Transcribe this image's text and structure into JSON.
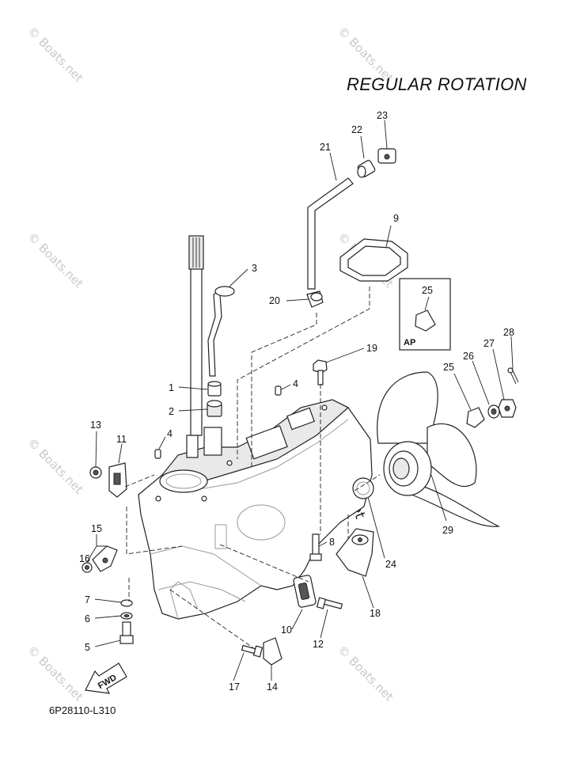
{
  "title": "REGULAR ROTATION",
  "drawing_code": "6P28110-L310",
  "watermark": "© Boats.net",
  "inset_label": "AP",
  "fwd_label": "FWD",
  "callouts": [
    "1",
    "2",
    "3",
    "4",
    "4",
    "5",
    "6",
    "7",
    "8",
    "9",
    "10",
    "11",
    "12",
    "13",
    "14",
    "15",
    "16",
    "17",
    "18",
    "19",
    "20",
    "21",
    "22",
    "23",
    "24",
    "25",
    "25",
    "26",
    "27",
    "28",
    "29"
  ]
}
